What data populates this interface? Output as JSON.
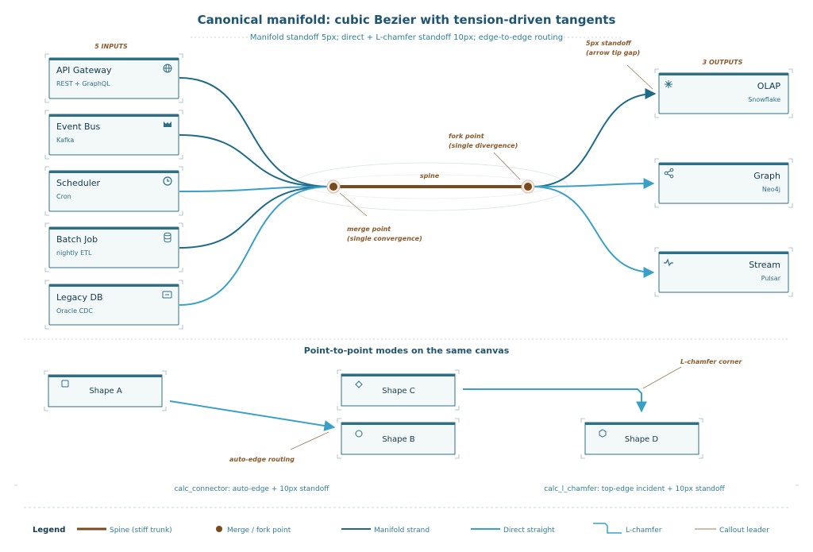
{
  "title": "Canonical manifold: cubic Bezier with tension-driven tangents",
  "subtitle": "Manifold standoff 5px; direct + L-chamfer standoff 10px; edge-to-edge routing",
  "inputs_label": "5 INPUTS",
  "outputs_label": "3 OUTPUTS",
  "inputs": [
    {
      "name": "API Gateway",
      "sub": "REST + GraphQL",
      "icon": "globe-icon"
    },
    {
      "name": "Event Bus",
      "sub": "Kafka",
      "icon": "bus-icon"
    },
    {
      "name": "Scheduler",
      "sub": "Cron",
      "icon": "clock-icon"
    },
    {
      "name": "Batch Job",
      "sub": "nightly ETL",
      "icon": "database-icon"
    },
    {
      "name": "Legacy DB",
      "sub": "Oracle CDC",
      "icon": "terminal-icon"
    }
  ],
  "outputs": [
    {
      "name": "OLAP",
      "sub": "Snowflake",
      "icon": "snowflake-icon"
    },
    {
      "name": "Graph",
      "sub": "Neo4j",
      "icon": "share-icon"
    },
    {
      "name": "Stream",
      "sub": "Pulsar",
      "icon": "pulse-icon"
    }
  ],
  "annotations": {
    "spine": "spine",
    "fork_point": [
      "fork point",
      "(single divergence)"
    ],
    "merge_point": [
      "merge point",
      "(single convergence)"
    ],
    "standoff": [
      "5px standoff",
      "(arrow tip gap)"
    ],
    "auto_edge": "auto-edge routing",
    "l_chamfer_corner": "L-chamfer corner"
  },
  "p2p": {
    "heading": "Point-to-point modes on the same canvas",
    "shapes": [
      {
        "name": "Shape A",
        "icon": "square-icon"
      },
      {
        "name": "Shape B",
        "icon": "circle-icon"
      },
      {
        "name": "Shape C",
        "icon": "diamond-icon"
      },
      {
        "name": "Shape D",
        "icon": "hexagon-icon"
      }
    ],
    "caption_left": "calc_connector: auto-edge + 10px standoff",
    "caption_right": "calc_l_chamfer: top-edge incident + 10px standoff"
  },
  "legend": {
    "title": "Legend",
    "items": [
      "Spine (stiff trunk)",
      "Merge / fork point",
      "Manifold strand",
      "Direct straight",
      "L-chamfer",
      "Callout leader"
    ]
  },
  "colors": {
    "spine": "#7a4a1f",
    "manifold": "#1f6b87",
    "direct": "#3aa0c8",
    "callout": "#8a5a2a",
    "box_fill": "#f3f8f9",
    "box_stroke": "#2f6f86",
    "title": "#1f5570"
  }
}
